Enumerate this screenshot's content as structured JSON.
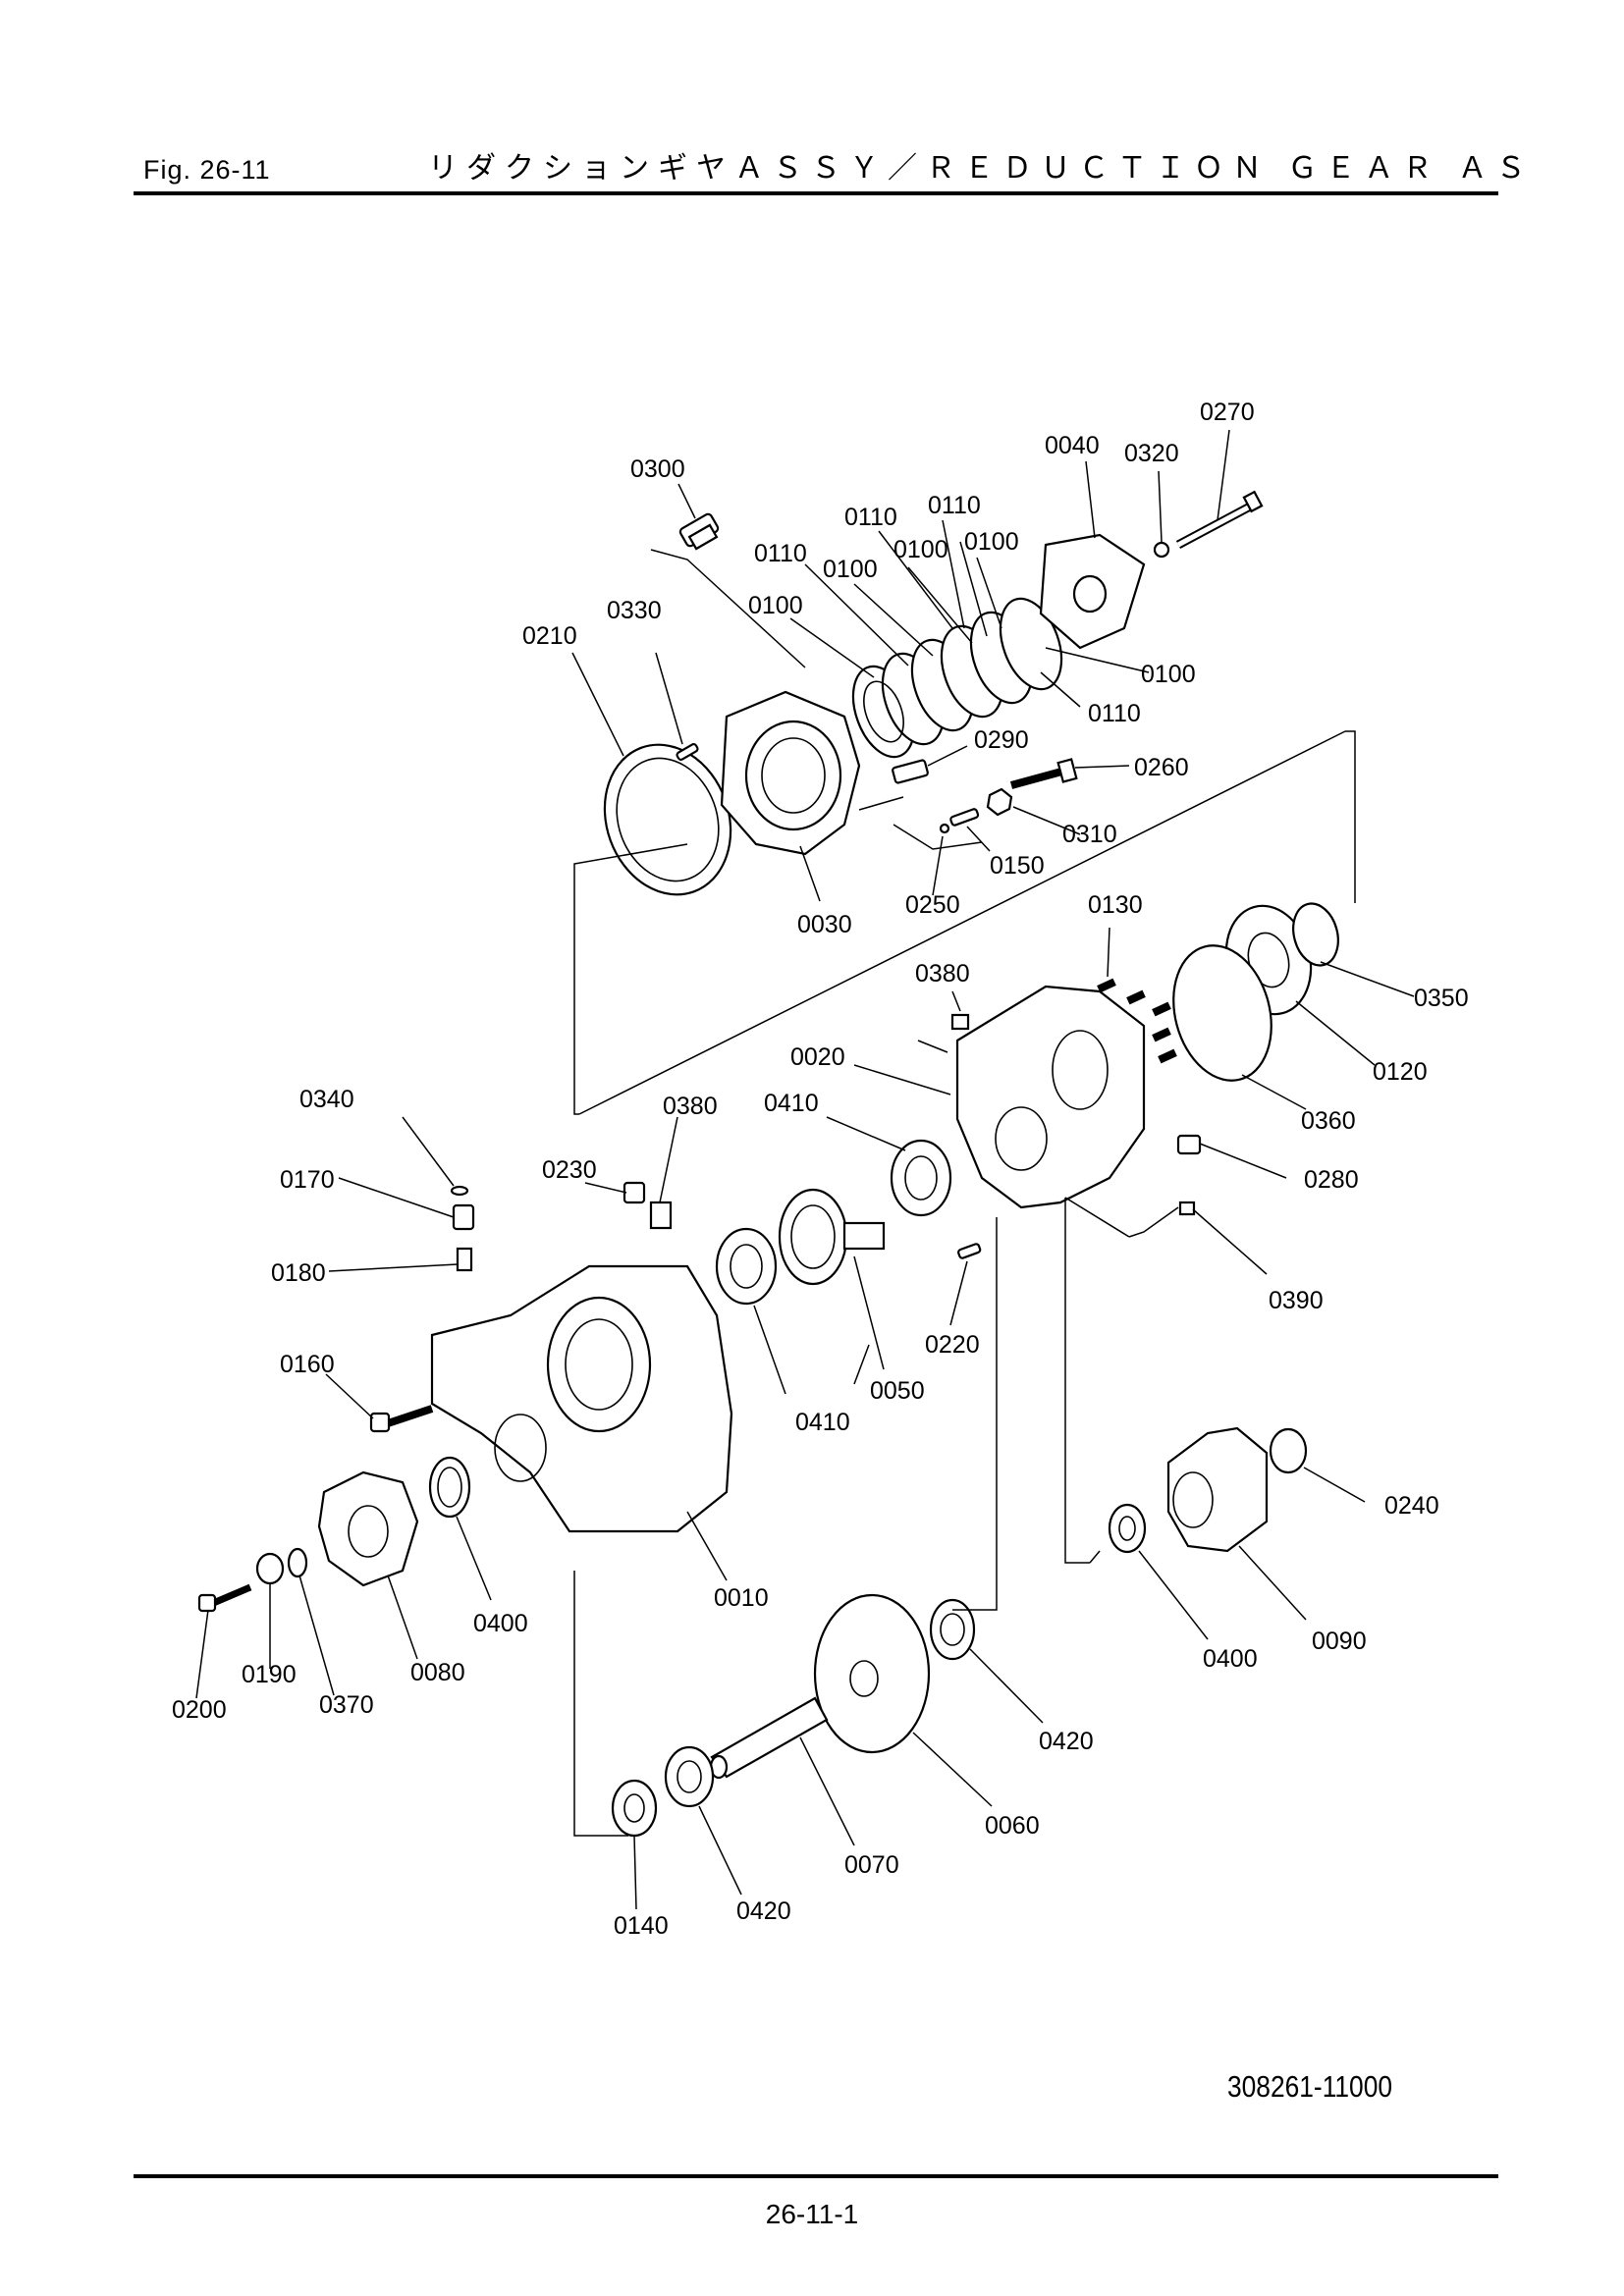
{
  "header": {
    "figure": "Fig.  26-11",
    "title": "リダクションギヤＡＳＳＹ／ＲＥＤＵＣＴＩＯＮ ＧＥＡＲ ＡＳ"
  },
  "footer": {
    "document_number": "308261-11000",
    "page_number": "26-11-1"
  },
  "diagram": {
    "callouts": [
      {
        "id": "c0010",
        "text": "0010"
      },
      {
        "id": "c0020",
        "text": "0020"
      },
      {
        "id": "c0030",
        "text": "0030"
      },
      {
        "id": "c0040",
        "text": "0040"
      },
      {
        "id": "c0050",
        "text": "0050"
      },
      {
        "id": "c0060",
        "text": "0060"
      },
      {
        "id": "c0070",
        "text": "0070"
      },
      {
        "id": "c0080",
        "text": "0080"
      },
      {
        "id": "c0090",
        "text": "0090"
      },
      {
        "id": "c0100a",
        "text": "0100"
      },
      {
        "id": "c0100b",
        "text": "0100"
      },
      {
        "id": "c0100c",
        "text": "0100"
      },
      {
        "id": "c0100d",
        "text": "0100"
      },
      {
        "id": "c0100e",
        "text": "0100"
      },
      {
        "id": "c0110a",
        "text": "0110"
      },
      {
        "id": "c0110b",
        "text": "0110"
      },
      {
        "id": "c0110c",
        "text": "0110"
      },
      {
        "id": "c0110d",
        "text": "0110"
      },
      {
        "id": "c0120",
        "text": "0120"
      },
      {
        "id": "c0130",
        "text": "0130"
      },
      {
        "id": "c0140",
        "text": "0140"
      },
      {
        "id": "c0150",
        "text": "0150"
      },
      {
        "id": "c0160",
        "text": "0160"
      },
      {
        "id": "c0170",
        "text": "0170"
      },
      {
        "id": "c0180",
        "text": "0180"
      },
      {
        "id": "c0190",
        "text": "0190"
      },
      {
        "id": "c0200",
        "text": "0200"
      },
      {
        "id": "c0210",
        "text": "0210"
      },
      {
        "id": "c0220",
        "text": "0220"
      },
      {
        "id": "c0230",
        "text": "0230"
      },
      {
        "id": "c0240",
        "text": "0240"
      },
      {
        "id": "c0250",
        "text": "0250"
      },
      {
        "id": "c0260",
        "text": "0260"
      },
      {
        "id": "c0270",
        "text": "0270"
      },
      {
        "id": "c0280",
        "text": "0280"
      },
      {
        "id": "c0290",
        "text": "0290"
      },
      {
        "id": "c0300",
        "text": "0300"
      },
      {
        "id": "c0310",
        "text": "0310"
      },
      {
        "id": "c0320",
        "text": "0320"
      },
      {
        "id": "c0330",
        "text": "0330"
      },
      {
        "id": "c0340",
        "text": "0340"
      },
      {
        "id": "c0350",
        "text": "0350"
      },
      {
        "id": "c0360",
        "text": "0360"
      },
      {
        "id": "c0370",
        "text": "0370"
      },
      {
        "id": "c0380a",
        "text": "0380"
      },
      {
        "id": "c0380b",
        "text": "0380"
      },
      {
        "id": "c0390",
        "text": "0390"
      },
      {
        "id": "c0400a",
        "text": "0400"
      },
      {
        "id": "c0400b",
        "text": "0400"
      },
      {
        "id": "c0410a",
        "text": "0410"
      },
      {
        "id": "c0410b",
        "text": "0410"
      },
      {
        "id": "c0420a",
        "text": "0420"
      },
      {
        "id": "c0420b",
        "text": "0420"
      }
    ]
  }
}
